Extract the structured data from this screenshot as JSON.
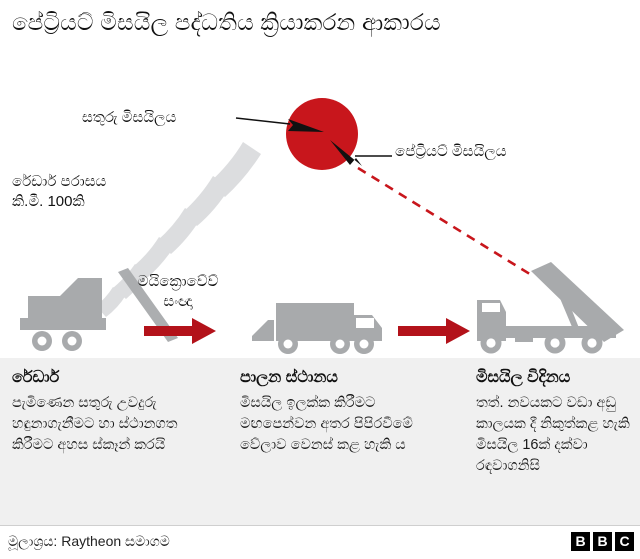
{
  "title": "පේට්‍රියට් මිසයිල පද්ධතිය ක්‍රියාකරන ආකාරය",
  "colors": {
    "explosion_red": "#c8161c",
    "arrow_red": "#b3121a",
    "trajectory_red": "#c8161c",
    "vehicle_gray": "#a8aaac",
    "wave_gray": "#dcdddf",
    "panel_bg": "#f0f0f0",
    "text": "#111111"
  },
  "callouts": {
    "enemy_missile": "සතුරු මිසයිලය",
    "patriot_missile": "පේට්‍රියට් මිසයිලය",
    "radar_range_line1": "රේඩාර් පරාසය",
    "radar_range_line2": "කි.මී. 100කි",
    "microwave_line1": "මයික්‍රොවේව්",
    "microwave_line2": "සංඥා"
  },
  "icons": {
    "explosion": "explosion-burst-icon",
    "enemy_missile": "enemy-missile-icon",
    "patriot_missile": "patriot-missile-icon",
    "radar_truck": "radar-truck-icon",
    "control_truck": "control-station-truck-icon",
    "launcher_truck": "missile-launcher-truck-icon",
    "microwave_waves": "microwave-signal-waves-icon",
    "flow_arrow": "red-flow-arrow-icon",
    "trajectory": "missile-trajectory-dashed-line-icon"
  },
  "panel": {
    "columns": [
      {
        "heading": "රේඩාර්",
        "body": "පැමිණෙන සතුරු උවදුරු හඳුනාගැනීමට හා ස්ථානගත කිරීමට අහස ස්කෑන් කරයි"
      },
      {
        "heading": "පාලන ස්ථානය",
        "body": "මිසයිල ඉලක්ක කිරීමට මඟපෙන්වන අතර පිපිරවීමේ වේලාව වෙනස් කළ හැකි ය"
      },
      {
        "heading": "මිසයිල විදිනය",
        "body": "තත්. නවයකට වඩා අඩු කාලයක දී නිකුත්කළ හැකි මිසයිල 16ක් දක්වා රඳවාගනිසි"
      }
    ]
  },
  "footer": {
    "source": "මූලාශ්‍රය: Raytheon සමාගම",
    "logo_letters": [
      "B",
      "B",
      "C"
    ]
  }
}
